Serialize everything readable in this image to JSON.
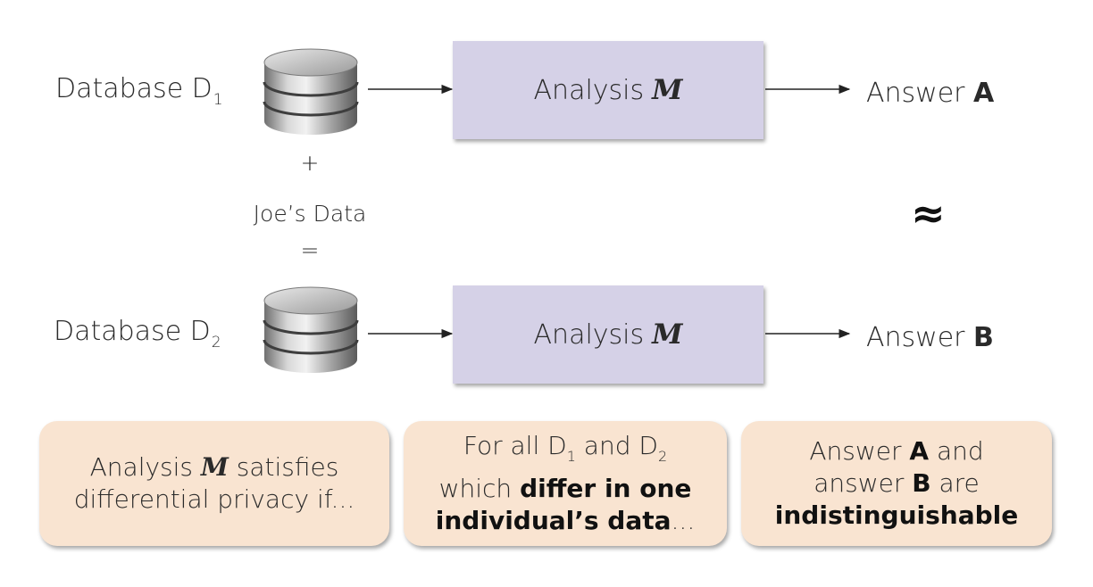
{
  "top": {
    "db_label": "Database D",
    "db_sub": "1",
    "analysis_label": "Analysis",
    "answer_prefix": "Answer ",
    "answer_letter": "A"
  },
  "middle": {
    "plus": "+",
    "joe": "Joe’s Data",
    "equals": "=",
    "approx": "≈"
  },
  "bottom": {
    "db_label": "Database D",
    "db_sub": "2",
    "analysis_label": "Analysis",
    "answer_prefix": "Answer ",
    "answer_letter": "B"
  },
  "mechanism_symbol": "M",
  "cards": {
    "c1": {
      "l1a": "Analysis ",
      "l1b": " satisfies",
      "l2": "differential privacy if..."
    },
    "c2": {
      "l1a": "For all D",
      "l1s": "1",
      "l1b": " and D",
      "l1s2": "2",
      "l2a": "which ",
      "l2b": "differ in one",
      "l3b": "individual’s data",
      "l3c": "..."
    },
    "c3": {
      "l1a": "Answer ",
      "l1b": "A",
      "l1c": " and",
      "l2a": "answer ",
      "l2b": "B",
      "l2c": " are",
      "l3b": "indistinguishable"
    }
  },
  "colors": {
    "analysis_box": "#d5d1e7",
    "card": "#f9e4d1"
  }
}
